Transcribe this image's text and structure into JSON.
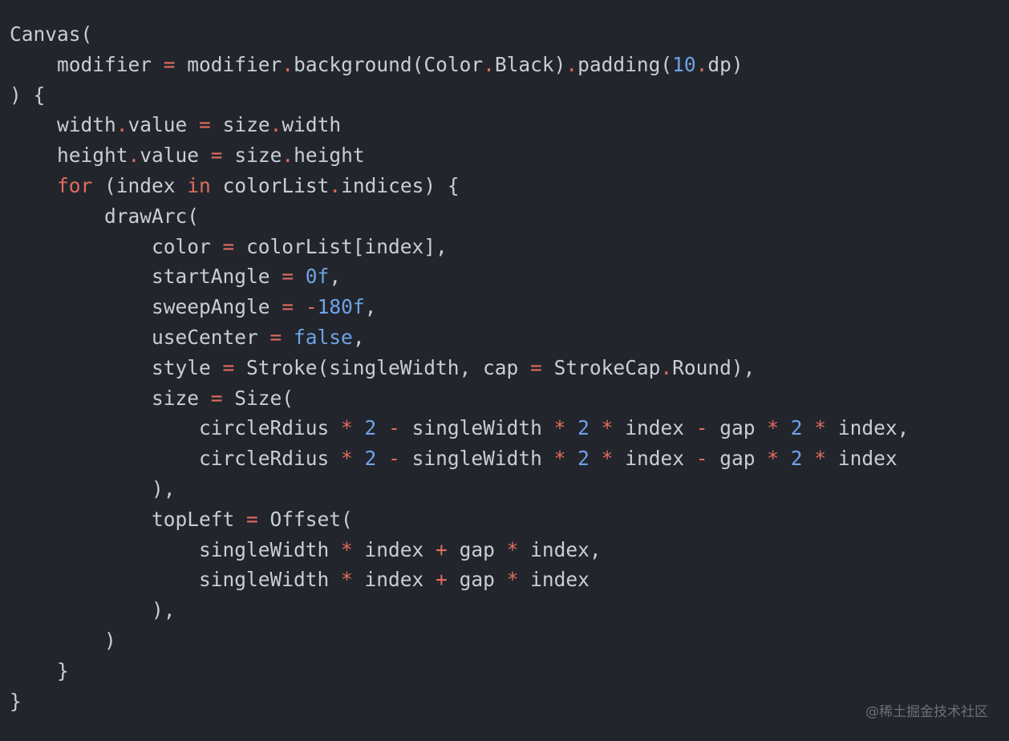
{
  "code": {
    "lines": [
      [
        {
          "t": "plain",
          "v": "Canvas("
        }
      ],
      [
        {
          "t": "plain",
          "v": "    modifier "
        },
        {
          "t": "op",
          "v": "="
        },
        {
          "t": "plain",
          "v": " modifier"
        },
        {
          "t": "op",
          "v": "."
        },
        {
          "t": "plain",
          "v": "background(Color"
        },
        {
          "t": "op",
          "v": "."
        },
        {
          "t": "plain",
          "v": "Black)"
        },
        {
          "t": "op",
          "v": "."
        },
        {
          "t": "plain",
          "v": "padding("
        },
        {
          "t": "num",
          "v": "10"
        },
        {
          "t": "op",
          "v": "."
        },
        {
          "t": "plain",
          "v": "dp)"
        }
      ],
      [
        {
          "t": "plain",
          "v": ") {"
        }
      ],
      [
        {
          "t": "plain",
          "v": "    width"
        },
        {
          "t": "op",
          "v": "."
        },
        {
          "t": "plain",
          "v": "value "
        },
        {
          "t": "op",
          "v": "="
        },
        {
          "t": "plain",
          "v": " size"
        },
        {
          "t": "op",
          "v": "."
        },
        {
          "t": "plain",
          "v": "width"
        }
      ],
      [
        {
          "t": "plain",
          "v": "    height"
        },
        {
          "t": "op",
          "v": "."
        },
        {
          "t": "plain",
          "v": "value "
        },
        {
          "t": "op",
          "v": "="
        },
        {
          "t": "plain",
          "v": " size"
        },
        {
          "t": "op",
          "v": "."
        },
        {
          "t": "plain",
          "v": "height"
        }
      ],
      [
        {
          "t": "plain",
          "v": "    "
        },
        {
          "t": "kw",
          "v": "for"
        },
        {
          "t": "plain",
          "v": " (index "
        },
        {
          "t": "kw",
          "v": "in"
        },
        {
          "t": "plain",
          "v": " colorList"
        },
        {
          "t": "op",
          "v": "."
        },
        {
          "t": "plain",
          "v": "indices) {"
        }
      ],
      [
        {
          "t": "plain",
          "v": "        drawArc("
        }
      ],
      [
        {
          "t": "plain",
          "v": "            color "
        },
        {
          "t": "op",
          "v": "="
        },
        {
          "t": "plain",
          "v": " colorList[index],"
        }
      ],
      [
        {
          "t": "plain",
          "v": "            startAngle "
        },
        {
          "t": "op",
          "v": "="
        },
        {
          "t": "plain",
          "v": " "
        },
        {
          "t": "num",
          "v": "0f"
        },
        {
          "t": "plain",
          "v": ","
        }
      ],
      [
        {
          "t": "plain",
          "v": "            sweepAngle "
        },
        {
          "t": "op",
          "v": "="
        },
        {
          "t": "plain",
          "v": " "
        },
        {
          "t": "op",
          "v": "-"
        },
        {
          "t": "num",
          "v": "180f"
        },
        {
          "t": "plain",
          "v": ","
        }
      ],
      [
        {
          "t": "plain",
          "v": "            useCenter "
        },
        {
          "t": "op",
          "v": "="
        },
        {
          "t": "plain",
          "v": " "
        },
        {
          "t": "num",
          "v": "false"
        },
        {
          "t": "plain",
          "v": ","
        }
      ],
      [
        {
          "t": "plain",
          "v": "            style "
        },
        {
          "t": "op",
          "v": "="
        },
        {
          "t": "plain",
          "v": " Stroke(singleWidth, cap "
        },
        {
          "t": "op",
          "v": "="
        },
        {
          "t": "plain",
          "v": " StrokeCap"
        },
        {
          "t": "op",
          "v": "."
        },
        {
          "t": "plain",
          "v": "Round),"
        }
      ],
      [
        {
          "t": "plain",
          "v": "            size "
        },
        {
          "t": "op",
          "v": "="
        },
        {
          "t": "plain",
          "v": " Size("
        }
      ],
      [
        {
          "t": "plain",
          "v": "                circleRdius "
        },
        {
          "t": "op",
          "v": "*"
        },
        {
          "t": "plain",
          "v": " "
        },
        {
          "t": "num",
          "v": "2"
        },
        {
          "t": "plain",
          "v": " "
        },
        {
          "t": "op",
          "v": "-"
        },
        {
          "t": "plain",
          "v": " singleWidth "
        },
        {
          "t": "op",
          "v": "*"
        },
        {
          "t": "plain",
          "v": " "
        },
        {
          "t": "num",
          "v": "2"
        },
        {
          "t": "plain",
          "v": " "
        },
        {
          "t": "op",
          "v": "*"
        },
        {
          "t": "plain",
          "v": " index "
        },
        {
          "t": "op",
          "v": "-"
        },
        {
          "t": "plain",
          "v": " gap "
        },
        {
          "t": "op",
          "v": "*"
        },
        {
          "t": "plain",
          "v": " "
        },
        {
          "t": "num",
          "v": "2"
        },
        {
          "t": "plain",
          "v": " "
        },
        {
          "t": "op",
          "v": "*"
        },
        {
          "t": "plain",
          "v": " index,"
        }
      ],
      [
        {
          "t": "plain",
          "v": "                circleRdius "
        },
        {
          "t": "op",
          "v": "*"
        },
        {
          "t": "plain",
          "v": " "
        },
        {
          "t": "num",
          "v": "2"
        },
        {
          "t": "plain",
          "v": " "
        },
        {
          "t": "op",
          "v": "-"
        },
        {
          "t": "plain",
          "v": " singleWidth "
        },
        {
          "t": "op",
          "v": "*"
        },
        {
          "t": "plain",
          "v": " "
        },
        {
          "t": "num",
          "v": "2"
        },
        {
          "t": "plain",
          "v": " "
        },
        {
          "t": "op",
          "v": "*"
        },
        {
          "t": "plain",
          "v": " index "
        },
        {
          "t": "op",
          "v": "-"
        },
        {
          "t": "plain",
          "v": " gap "
        },
        {
          "t": "op",
          "v": "*"
        },
        {
          "t": "plain",
          "v": " "
        },
        {
          "t": "num",
          "v": "2"
        },
        {
          "t": "plain",
          "v": " "
        },
        {
          "t": "op",
          "v": "*"
        },
        {
          "t": "plain",
          "v": " index"
        }
      ],
      [
        {
          "t": "plain",
          "v": "            ),"
        }
      ],
      [
        {
          "t": "plain",
          "v": "            topLeft "
        },
        {
          "t": "op",
          "v": "="
        },
        {
          "t": "plain",
          "v": " Offset("
        }
      ],
      [
        {
          "t": "plain",
          "v": "                singleWidth "
        },
        {
          "t": "op",
          "v": "*"
        },
        {
          "t": "plain",
          "v": " index "
        },
        {
          "t": "op",
          "v": "+"
        },
        {
          "t": "plain",
          "v": " gap "
        },
        {
          "t": "op",
          "v": "*"
        },
        {
          "t": "plain",
          "v": " index,"
        }
      ],
      [
        {
          "t": "plain",
          "v": "                singleWidth "
        },
        {
          "t": "op",
          "v": "*"
        },
        {
          "t": "plain",
          "v": " index "
        },
        {
          "t": "op",
          "v": "+"
        },
        {
          "t": "plain",
          "v": " gap "
        },
        {
          "t": "op",
          "v": "*"
        },
        {
          "t": "plain",
          "v": " index"
        }
      ],
      [
        {
          "t": "plain",
          "v": "            ),"
        }
      ],
      [
        {
          "t": "plain",
          "v": "        )"
        }
      ],
      [
        {
          "t": "plain",
          "v": "    }"
        }
      ],
      [
        {
          "t": "plain",
          "v": "}"
        }
      ]
    ]
  },
  "watermark": {
    "text": "@稀土掘金技术社区"
  },
  "colors": {
    "background": "#22252c",
    "text": "#c9cdd4",
    "operator": "#e06c5c",
    "number": "#6fa3e8"
  }
}
